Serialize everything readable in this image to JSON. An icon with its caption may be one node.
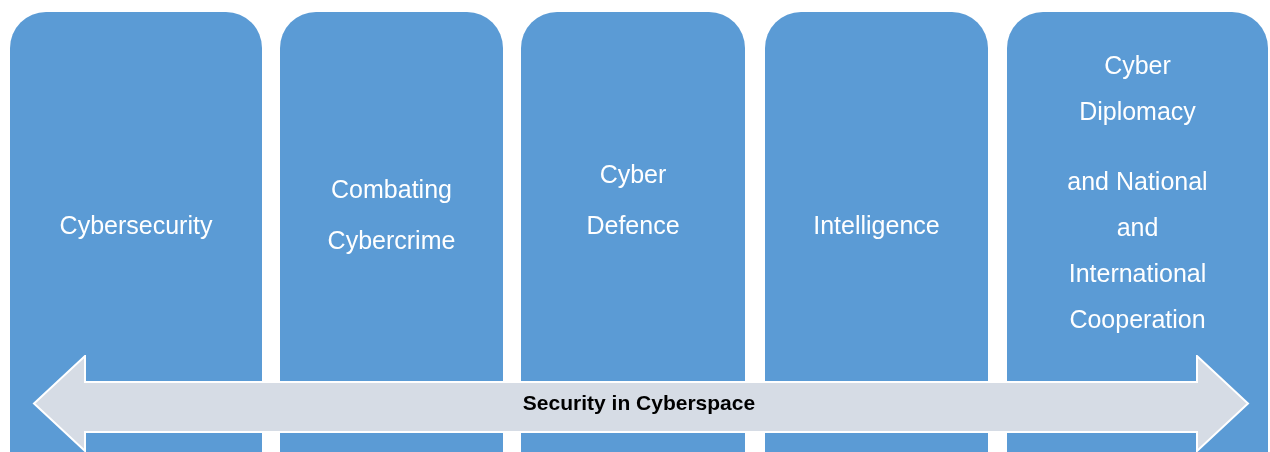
{
  "diagram": {
    "nodes": [
      {
        "text": [
          "Cybersecurity"
        ]
      },
      {
        "text": [
          "Combating Cybercrime"
        ]
      },
      {
        "text": [
          "Cyber Defence"
        ]
      },
      {
        "text": [
          "Intelligence"
        ]
      },
      {
        "text": [
          "Cyber Diplomacy",
          "and National and International Cooperation"
        ]
      },
      {
        "text": [
          "Security in Cyberspace"
        ]
      }
    ]
  }
}
